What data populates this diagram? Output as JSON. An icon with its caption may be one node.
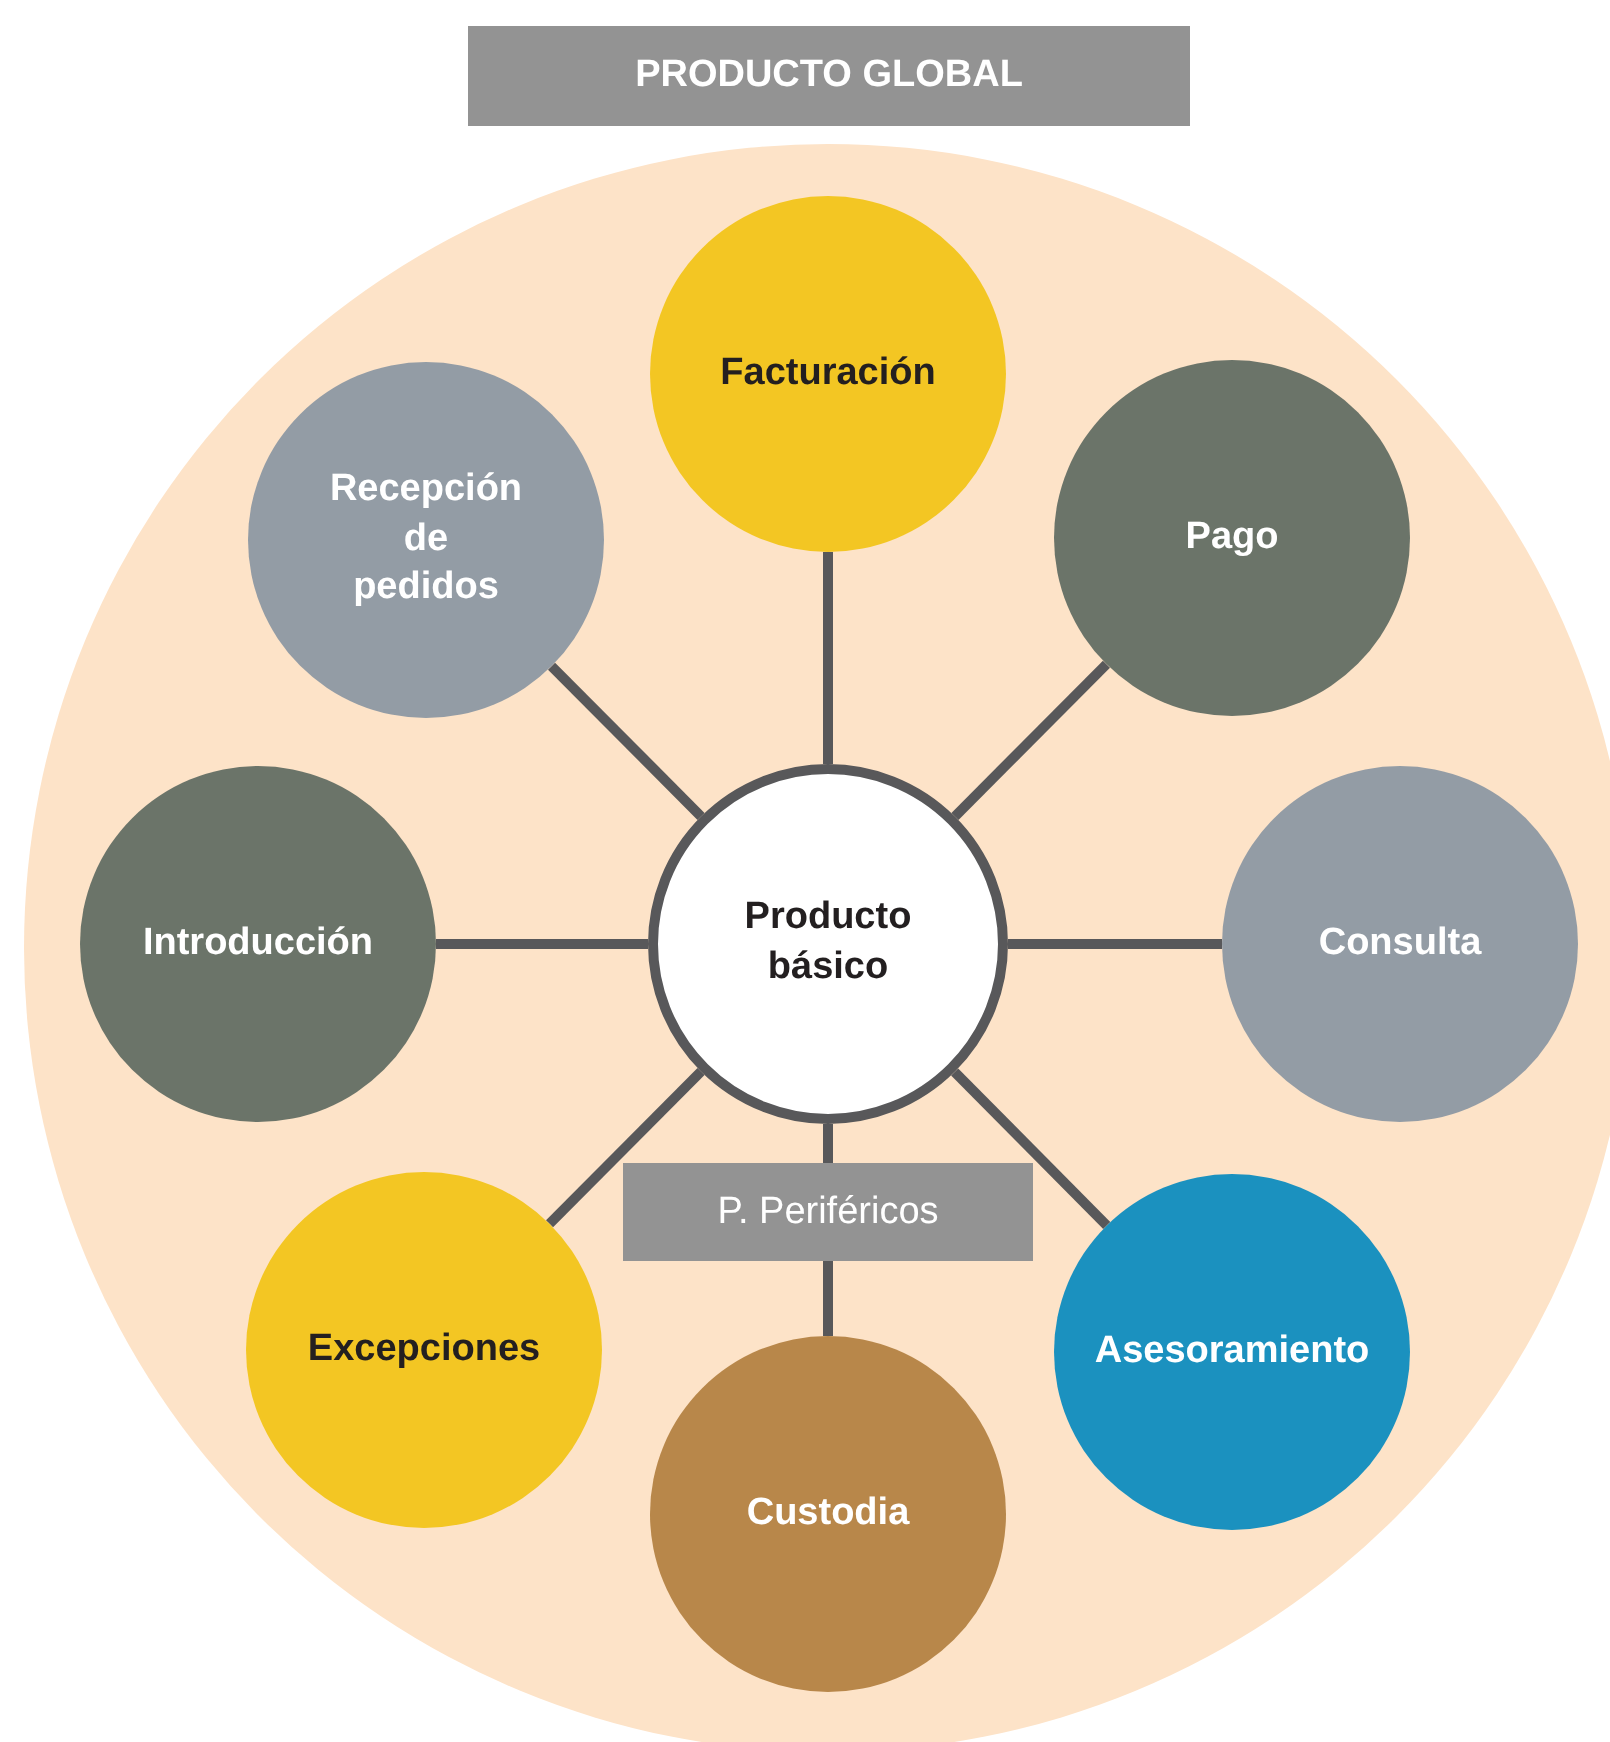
{
  "diagram": {
    "title": "PRODUCTO GLOBAL",
    "nodes": [
      {
        "text": [],
        "shape": "circle"
      },
      {
        "text": [
          "Facturación"
        ],
        "in": 0
      },
      {
        "text": [
          "Recepción de pedidos"
        ],
        "in": 0
      },
      {
        "text": [
          "Pago"
        ],
        "in": 0
      },
      {
        "text": [
          "Introducción"
        ],
        "in": 0
      },
      {
        "text": [
          "Producto básico"
        ],
        "in": 0
      },
      {
        "text": [
          "Consulta"
        ],
        "in": 0
      },
      {
        "text": [
          "Excepciones"
        ],
        "in": 0
      },
      {
        "text": [
          "Asesoramiento"
        ],
        "in": 0
      },
      {
        "text": [
          "Custodia"
        ],
        "in": 0
      }
    ],
    "edges": [
      {
        "from": 5,
        "to": 1,
        "arrow": "none"
      },
      {
        "from": 5,
        "to": 2,
        "arrow": "none"
      },
      {
        "from": 5,
        "to": 3,
        "arrow": "none"
      },
      {
        "from": 5,
        "to": 4,
        "arrow": "none"
      },
      {
        "from": 5,
        "to": 6,
        "arrow": "none"
      },
      {
        "from": 5,
        "to": 7,
        "arrow": "none"
      },
      {
        "from": 5,
        "to": 8,
        "arrow": "none"
      },
      {
        "from": 5,
        "to": 9,
        "label": "P. Periféricos",
        "arrow": "none"
      }
    ]
  }
}
